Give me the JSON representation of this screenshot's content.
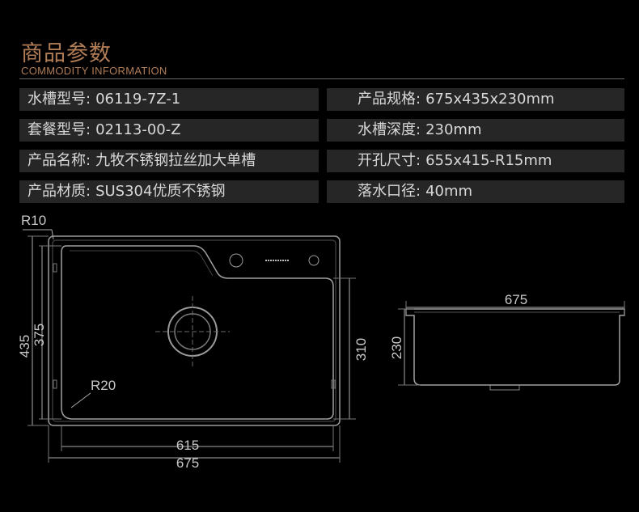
{
  "header": {
    "title_cn": "商品参数",
    "title_en": "COMMODITY INFORMATION"
  },
  "specs": {
    "left": [
      {
        "label": "水槽型号:",
        "value": "06119-7Z-1"
      },
      {
        "label": "套餐型号:",
        "value": "02113-00-Z"
      },
      {
        "label": "产品名称:",
        "value": "九牧不锈钢拉丝加大单槽"
      },
      {
        "label": "产品材质:",
        "value": "SUS304优质不锈钢"
      }
    ],
    "right": [
      {
        "label": "产品规格:",
        "value": "675x435x230mm"
      },
      {
        "label": "水槽深度:",
        "value": "230mm"
      },
      {
        "label": "开孔尺寸:",
        "value": "655x415-R15mm"
      },
      {
        "label": "落水口径:",
        "value": "40mm"
      }
    ]
  },
  "drawing": {
    "top_view": {
      "corner_radius_label": "R10",
      "inner_radius_label": "R20",
      "height_outer": "435",
      "height_inner": "375",
      "height_bowl": "310",
      "width_inner": "615",
      "width_outer": "675"
    },
    "side_view": {
      "width": "675",
      "depth": "230"
    }
  },
  "colors": {
    "accent": "#b07d57",
    "background": "#000000",
    "row_background": "#262626",
    "text": "#d8d8d8",
    "line": "#8a8a8a"
  }
}
